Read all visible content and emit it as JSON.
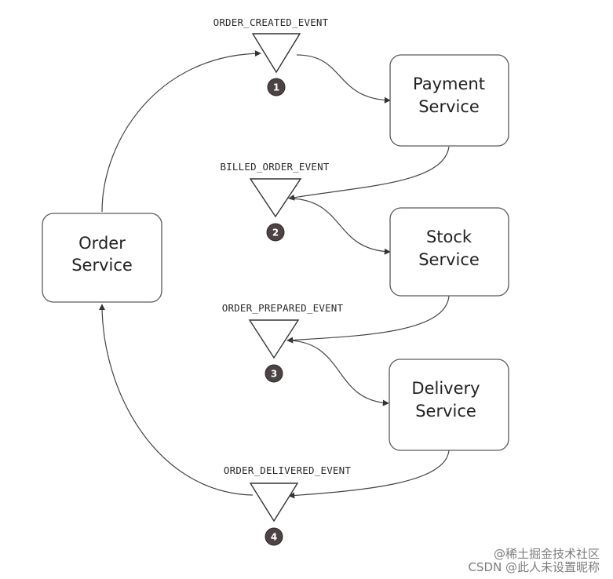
{
  "services": {
    "order": [
      "Order",
      "Service"
    ],
    "payment": [
      "Payment",
      "Service"
    ],
    "stock": [
      "Stock",
      "Service"
    ],
    "delivery": [
      "Delivery",
      "Service"
    ]
  },
  "events": [
    {
      "name": "ORDER_CREATED_EVENT",
      "step": "1"
    },
    {
      "name": "BILLED_ORDER_EVENT",
      "step": "2"
    },
    {
      "name": "ORDER_PREPARED_EVENT",
      "step": "3"
    },
    {
      "name": "ORDER_DELIVERED_EVENT",
      "step": "4"
    }
  ],
  "watermark": {
    "line1": "@稀土掘金技术社区",
    "line2": "CSDN @此人未设置昵称"
  },
  "colors": {
    "badge": "#4d4344",
    "stroke": "#444444",
    "box_border": "#5a5a5a"
  }
}
